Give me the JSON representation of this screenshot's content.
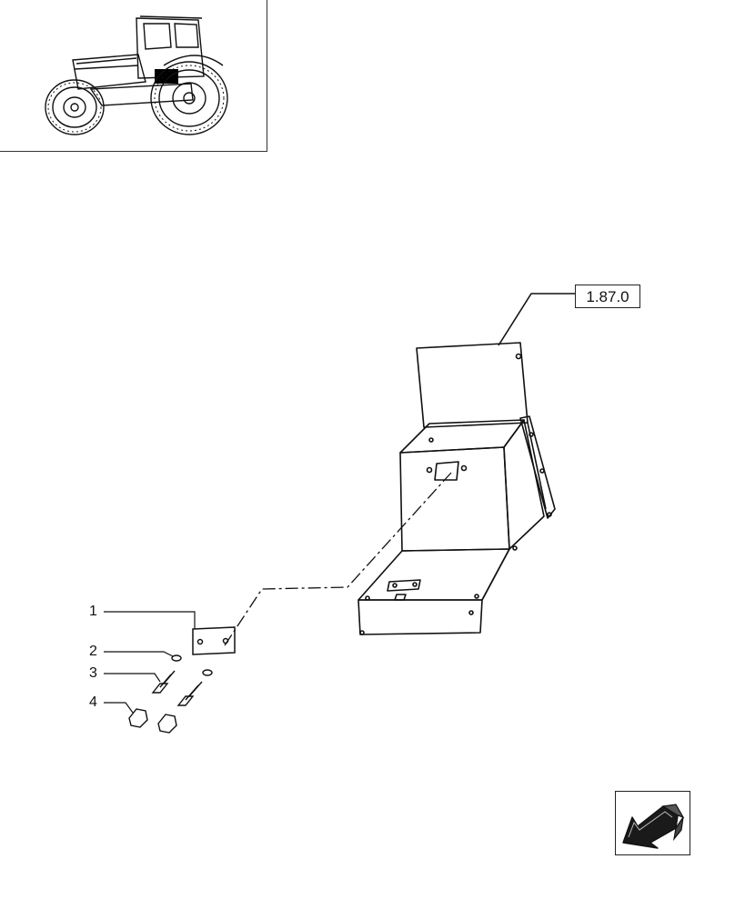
{
  "assembly": {
    "reference_code": "1.87.0"
  },
  "callouts": [
    {
      "number": "1",
      "part": "plate"
    },
    {
      "number": "2",
      "part": "washer"
    },
    {
      "number": "3",
      "part": "screw"
    },
    {
      "number": "4",
      "part": "nut"
    }
  ],
  "thumbnail": {
    "icon": "tractor-icon",
    "highlight_color": "#000000"
  },
  "navigation": {
    "icon": "arrow-back-icon",
    "fill_color": "#1a1a1a"
  },
  "colors": {
    "line": "#111111",
    "background": "#ffffff"
  }
}
